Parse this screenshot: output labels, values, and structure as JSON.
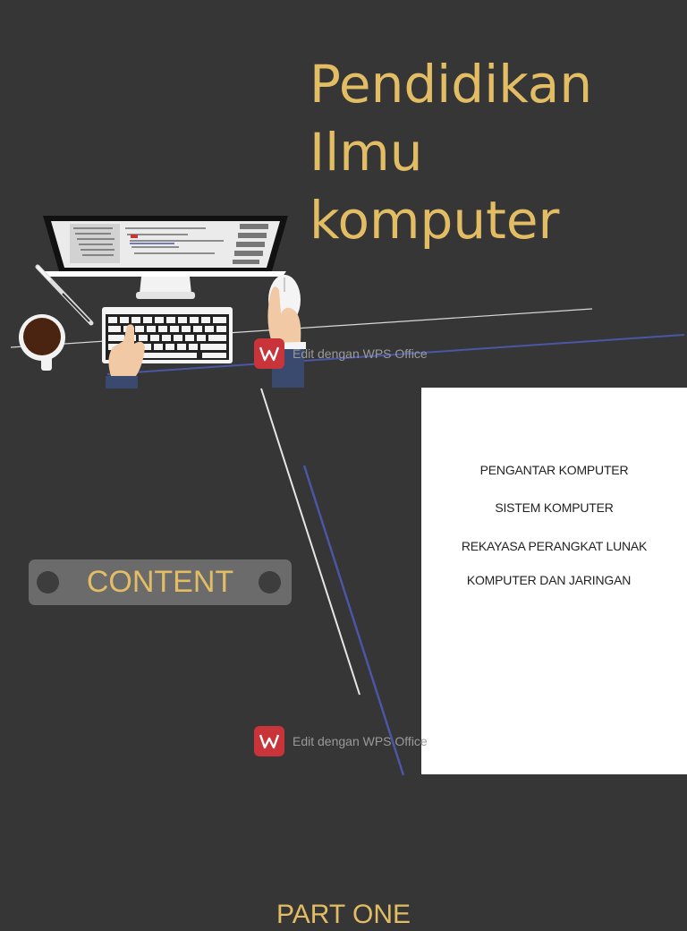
{
  "title": {
    "line1": "Pendidikan",
    "line2": "Ilmu",
    "line3": "komputer"
  },
  "watermark": {
    "text": "Edit dengan WPS Office",
    "icon": "wps-office-logo-icon",
    "color": "#c9343a"
  },
  "content_button": {
    "label": "CONTENT"
  },
  "contents": {
    "items": [
      "PENGANTAR KOMPUTER",
      "SISTEM KOMPUTER",
      "REKAYASA PERANGKAT LUNAK",
      "KOMPUTER DAN JARINGAN"
    ]
  },
  "part": {
    "label": "PART ONE"
  },
  "colors": {
    "background": "#363636",
    "accent": "#e2bd64",
    "blue_line": "#4a56a6"
  }
}
